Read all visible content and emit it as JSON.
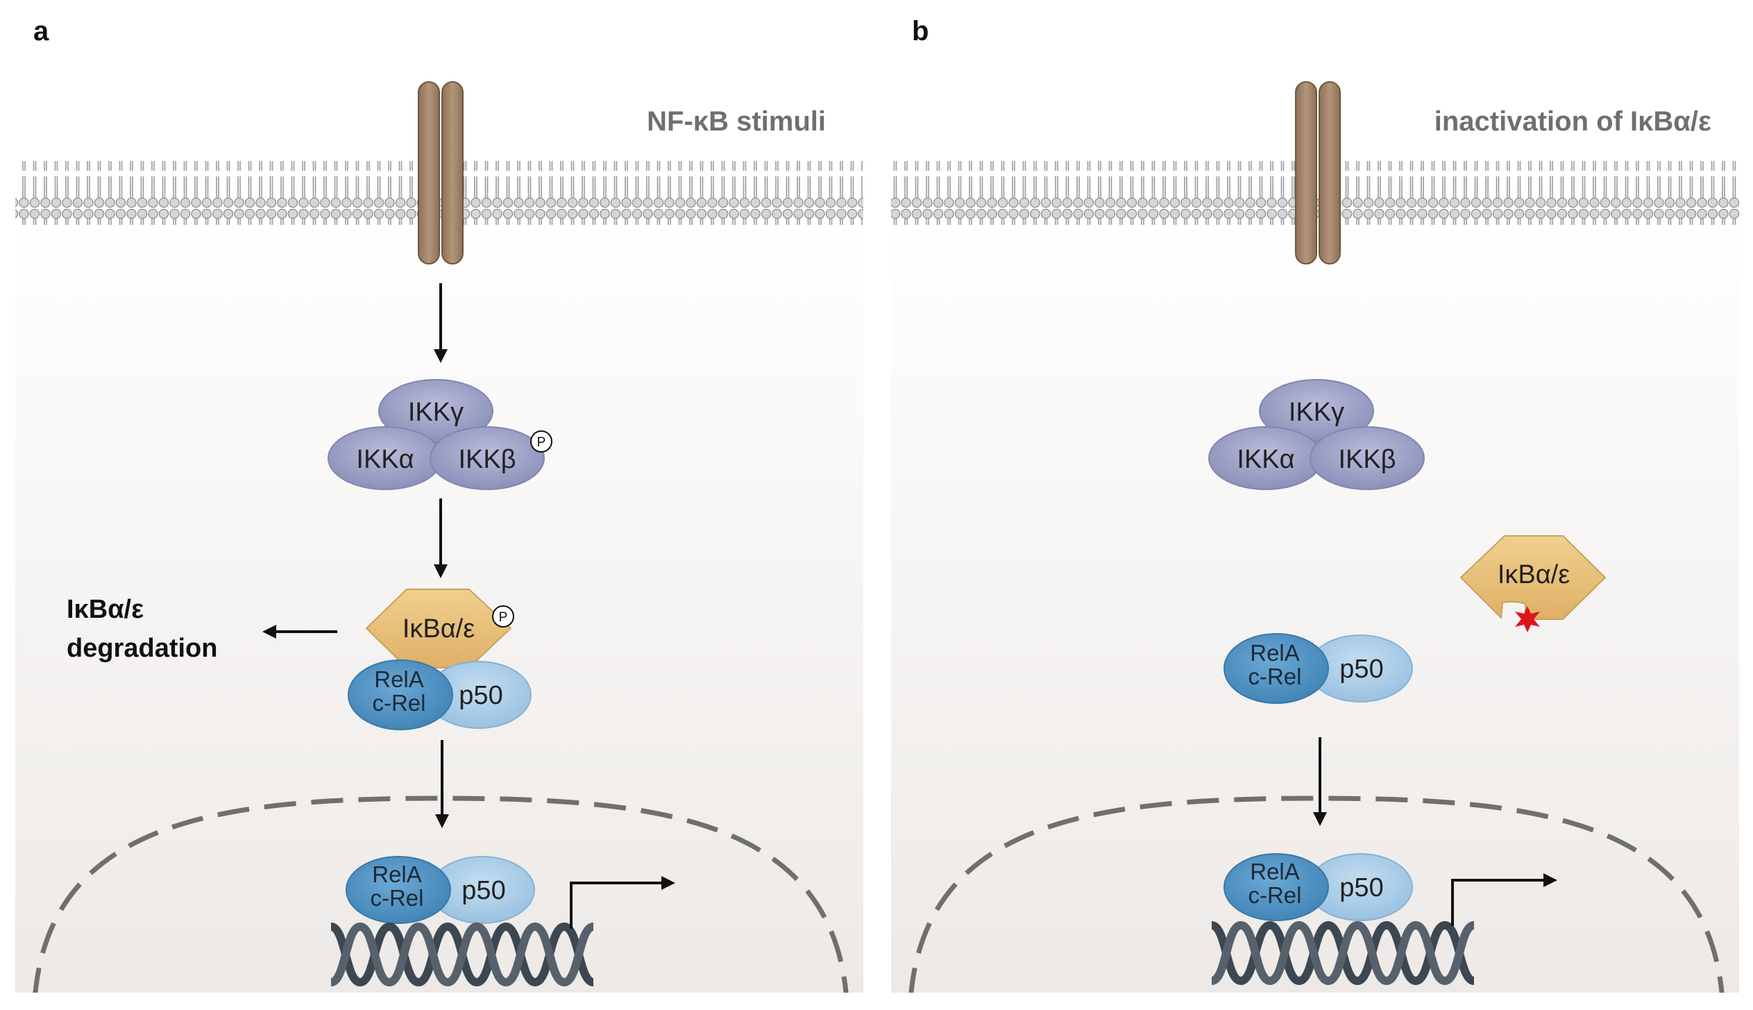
{
  "panels": {
    "a": {
      "letter": "a",
      "stimulus_label": "NF-κB stimuli",
      "ikk": {
        "gamma": "IKKγ",
        "alpha": "IKKα",
        "beta": "IKKβ",
        "phospho": "P"
      },
      "ikb": {
        "label": "IκBα/ε",
        "phospho": "P"
      },
      "degradation": {
        "line1": "IκBα/ε",
        "line2": "degradation"
      },
      "nfkb_cyto": {
        "rela": "RelA",
        "crel": "c-Rel",
        "p50": "p50"
      },
      "nfkb_nucleus": {
        "rela": "RelA",
        "crel": "c-Rel",
        "p50": "p50"
      }
    },
    "b": {
      "letter": "b",
      "stimulus_label": "inactivation of IκBα/ε",
      "ikk": {
        "gamma": "IKKγ",
        "alpha": "IKKα",
        "beta": "IKKβ"
      },
      "ikb": {
        "label": "IκBα/ε"
      },
      "nfkb_cyto": {
        "rela": "RelA",
        "crel": "c-Rel",
        "p50": "p50"
      },
      "nfkb_nucleus": {
        "rela": "RelA",
        "crel": "c-Rel",
        "p50": "p50"
      }
    }
  },
  "colors": {
    "membrane_head": "#d4d4d4",
    "receptor": "#a68a6e",
    "ikk": "#9fa3c7",
    "ikb": "#e9c27e",
    "rela": "#4e93c4",
    "p50": "#a8cbe6",
    "dna": "#3d4751",
    "mutation_star": "#e0141c",
    "nucleus_dash": "#707070"
  },
  "icons": [
    "receptor-icon",
    "phosphate-icon",
    "dna-helix-icon",
    "transcription-arrow-icon",
    "mutation-star-icon"
  ]
}
